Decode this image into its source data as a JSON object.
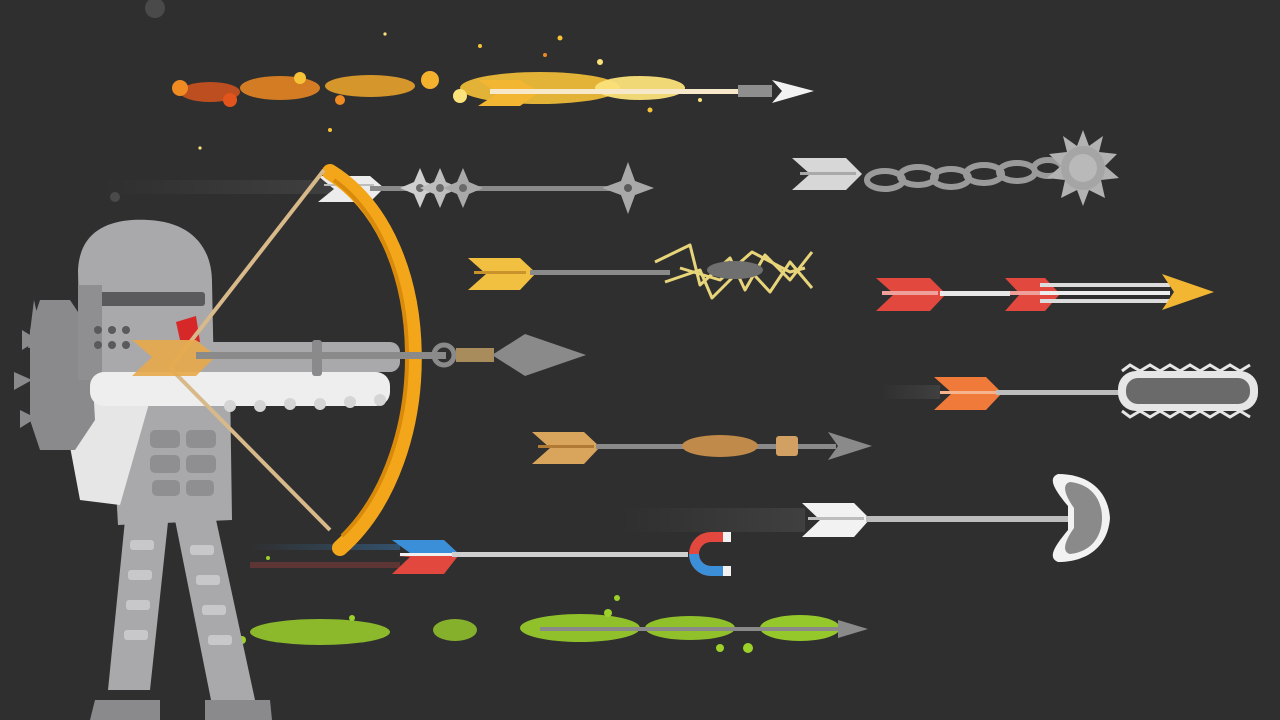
{
  "scene": {
    "background": "#2f2f30",
    "knight": {
      "armor_color": "#a9a9ab",
      "armor_dark": "#8a8a8c",
      "cloth_color": "#e6e6e6",
      "plume_color": "#d62828"
    },
    "bow": {
      "color": "#f4a61b",
      "string_color": "#d8b98a"
    },
    "arrows": [
      {
        "id": "fire",
        "fletch": "#f2b632",
        "tip": "arrowhead",
        "effect": "fire"
      },
      {
        "id": "shuriken",
        "fletch": "#ececec",
        "tip": "shuriken",
        "effect": "stars"
      },
      {
        "id": "flail",
        "fletch": "#d7d7d7",
        "tip": "spiked-ball",
        "effect": "chain"
      },
      {
        "id": "lightning",
        "fletch": "#f2c040",
        "tip": "lightning",
        "effect": "lightning"
      },
      {
        "id": "triple",
        "fletch": "#e2483e",
        "tip": "gold-arrowhead",
        "effect": "multi"
      },
      {
        "id": "spear",
        "fletch": "#e8a84a",
        "tip": "spearhead",
        "effect": "none"
      },
      {
        "id": "chainsaw",
        "fletch": "#f07a3a",
        "tip": "chainsaw",
        "effect": "none"
      },
      {
        "id": "rope",
        "fletch": "#d9a45c",
        "tip": "arrowhead",
        "effect": "rope"
      },
      {
        "id": "axe",
        "fletch": "#f2f2f2",
        "tip": "double-axe",
        "effect": "none"
      },
      {
        "id": "magnet",
        "fletch": "#e2483e",
        "fletch_alt": "#3a8fd8",
        "tip": "magnet",
        "effect": "none"
      },
      {
        "id": "poison",
        "fletch": "#9bd12a",
        "tip": "arrowhead",
        "effect": "poison"
      }
    ]
  }
}
